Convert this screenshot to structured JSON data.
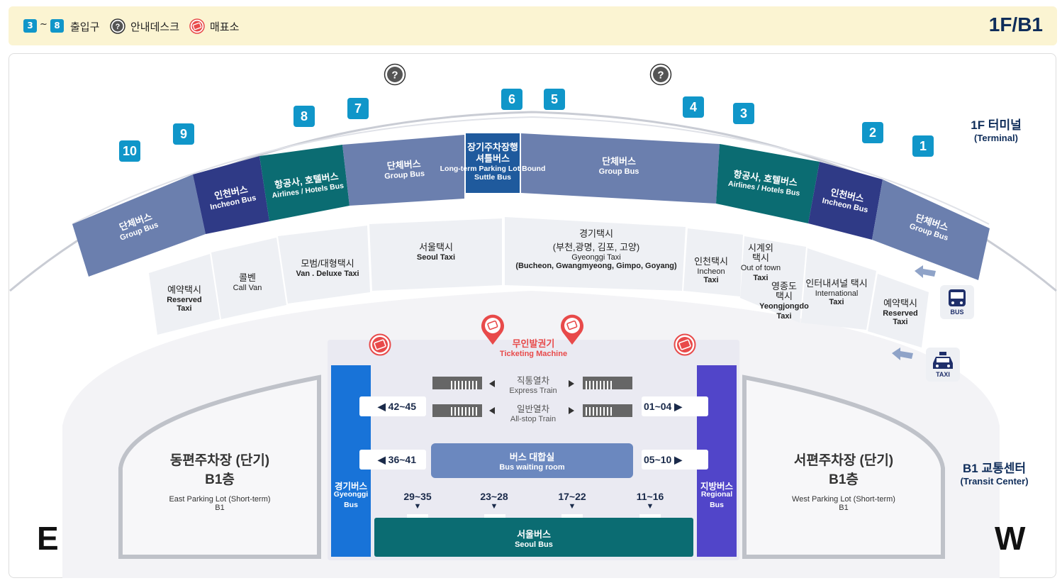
{
  "legend": {
    "entrance_from": "3",
    "entrance_tilde": "~",
    "entrance_to": "8",
    "entrance_label": "출입구",
    "info_icon_glyph": "?",
    "info_label": "안내데스크",
    "ticket_label": "매표소",
    "floor": "1F/B1"
  },
  "colors": {
    "accent": "#1096c9",
    "group_bus": "#6b7fae",
    "incheon_bus": "#2f3a86",
    "airline_bus": "#0b6c72",
    "shuttle": "#1f5a9d",
    "taxi_zone": "#eef0f4",
    "gyeonggi_bus": "#1873d8",
    "regional_bus": "#5145c9",
    "seoul_bus": "#0b6c72",
    "ticket_red": "#e84a4a"
  },
  "terminal": {
    "title": "1F 터미널",
    "subtitle": "(Terminal)"
  },
  "transit": {
    "title": "B1 교통센터",
    "subtitle": "(Transit Center)"
  },
  "compass": {
    "east": "E",
    "west": "W"
  },
  "doors": [
    "10",
    "9",
    "8",
    "7",
    "6",
    "5",
    "4",
    "3",
    "2",
    "1"
  ],
  "bus_zones": [
    {
      "ko": "단체버스",
      "en": "Group Bus"
    },
    {
      "ko": "인천버스",
      "en": "Incheon Bus"
    },
    {
      "ko": "항공사, 호텔버스",
      "en": "Airlines / Hotels Bus"
    },
    {
      "ko": "단체버스",
      "en": "Group Bus"
    },
    {
      "ko": "장기주차장행 셔틀버스",
      "en": "Long-term Parking Lot Bound Suttle Bus"
    },
    {
      "ko": "단체버스",
      "en": "Group Bus"
    },
    {
      "ko": "항공사, 호텔버스",
      "en": "Airlines / Hotels Bus"
    },
    {
      "ko": "인천버스",
      "en": "Incheon Bus"
    },
    {
      "ko": "단체버스",
      "en": "Group Bus"
    }
  ],
  "taxi_zones": [
    {
      "ko": "예약택시",
      "en1": "Reserved",
      "en2": "Taxi"
    },
    {
      "ko": "콜벤",
      "en1": "Call Van",
      "en2": ""
    },
    {
      "ko": "모범/대형택시",
      "en1": "Van . Deluxe Taxi",
      "en2": ""
    },
    {
      "ko": "서울택시",
      "en1": "Seoul Taxi",
      "en2": ""
    },
    {
      "ko": "경기택시",
      "ko2": "(부천,광명, 김포, 고양)",
      "en1": "Gyeonggi Taxi",
      "en2": "(Bucheon, Gwangmyeong, Gimpo, Goyang)"
    },
    {
      "ko": "인천택시",
      "en1": "Incheon",
      "en2": "Taxi"
    },
    {
      "ko": "시계외",
      "ko2": "택시",
      "en1": "Out of town",
      "en2": "Taxi"
    },
    {
      "ko": "영종도",
      "ko2": "택시",
      "en1": "Yeongjongdo",
      "en2": "Taxi"
    },
    {
      "ko": "인터내셔널 택시",
      "en1": "International",
      "en2": "Taxi"
    },
    {
      "ko": "예약택시",
      "en1": "Reserved",
      "en2": "Taxi"
    }
  ],
  "side_icons": {
    "bus": "BUS",
    "taxi": "TAXI"
  },
  "ticketing": {
    "ko": "무인발권기",
    "en": "Ticketing Machine"
  },
  "trains": [
    {
      "ko": "직통열차",
      "en": "Express Train"
    },
    {
      "ko": "일반열차",
      "en": "All-stop Train"
    }
  ],
  "gates": {
    "left_top": "42~45",
    "left_mid": "36~41",
    "right_top": "01~04",
    "right_mid": "05~10",
    "bottom": [
      "29~35",
      "23~28",
      "17~22",
      "11~16"
    ]
  },
  "waiting_room": {
    "ko": "버스 대합실",
    "en": "Bus waiting room"
  },
  "gyeonggi_bus": {
    "ko": "경기버스",
    "en1": "Gyeonggi",
    "en2": "Bus"
  },
  "regional_bus": {
    "ko": "지방버스",
    "en1": "Regional",
    "en2": "Bus"
  },
  "seoul_bus": {
    "ko": "서울버스",
    "en": "Seoul Bus"
  },
  "east_parking": {
    "ko1": "동편주차장 (단기)",
    "ko2": "B1층",
    "en1": "East Parking Lot (Short-term)",
    "en2": "B1"
  },
  "west_parking": {
    "ko1": "서편주차장 (단기)",
    "ko2": "B1층",
    "en1": "West Parking Lot (Short-term)",
    "en2": "B1"
  }
}
